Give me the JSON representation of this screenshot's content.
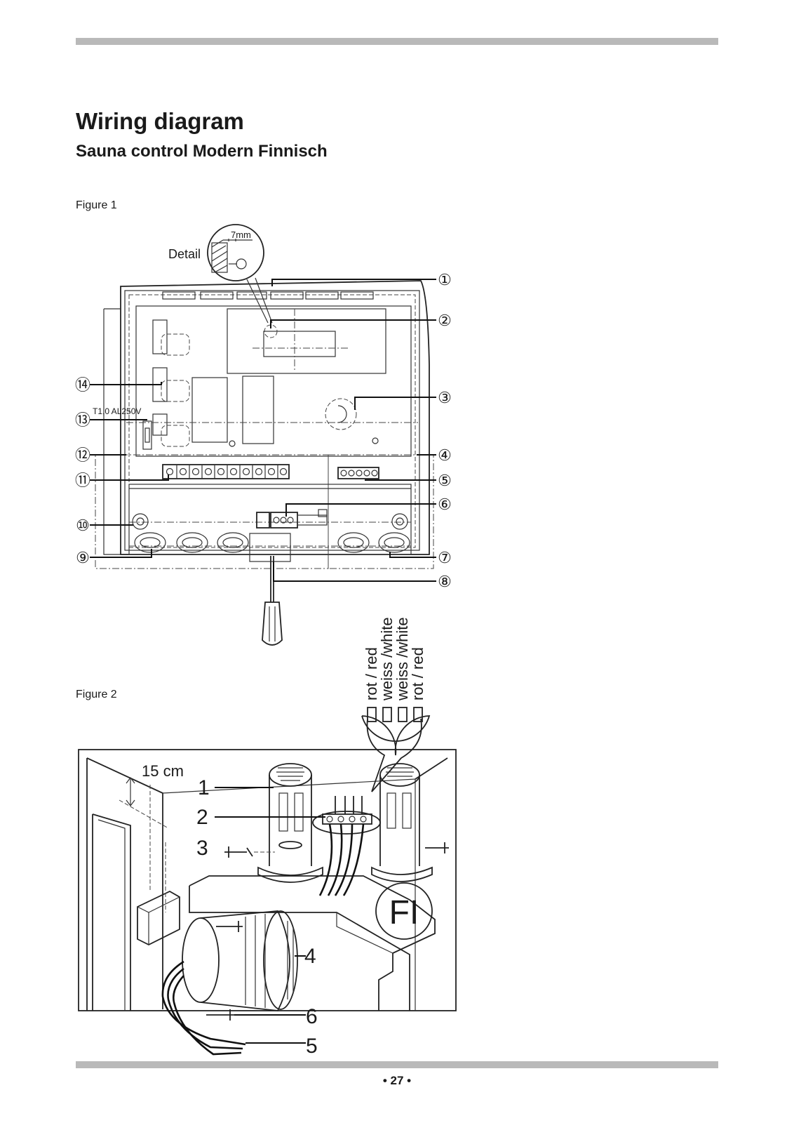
{
  "page": {
    "title": "Wiring diagram",
    "subtitle": "Sauna control Modern Finnisch",
    "page_number": "• 27 •"
  },
  "figure1": {
    "label": "Figure 1",
    "detail_label": "Detail",
    "detail_dimension": "7mm",
    "fuse_label": "T1,0 AL250V",
    "callouts": [
      "①",
      "②",
      "③",
      "④",
      "⑤",
      "⑥",
      "⑦",
      "⑧",
      "⑨",
      "⑩",
      "⑪",
      "⑫",
      "⑬",
      "⑭"
    ]
  },
  "figure2": {
    "label": "Figure 2",
    "wire_labels": [
      "rot / red",
      "weiss /white",
      "weiss /white",
      "rot / red"
    ],
    "distance_label": "15 cm",
    "fi_label": "FI",
    "callouts": [
      "1",
      "2",
      "3",
      "4",
      "5",
      "6"
    ]
  }
}
